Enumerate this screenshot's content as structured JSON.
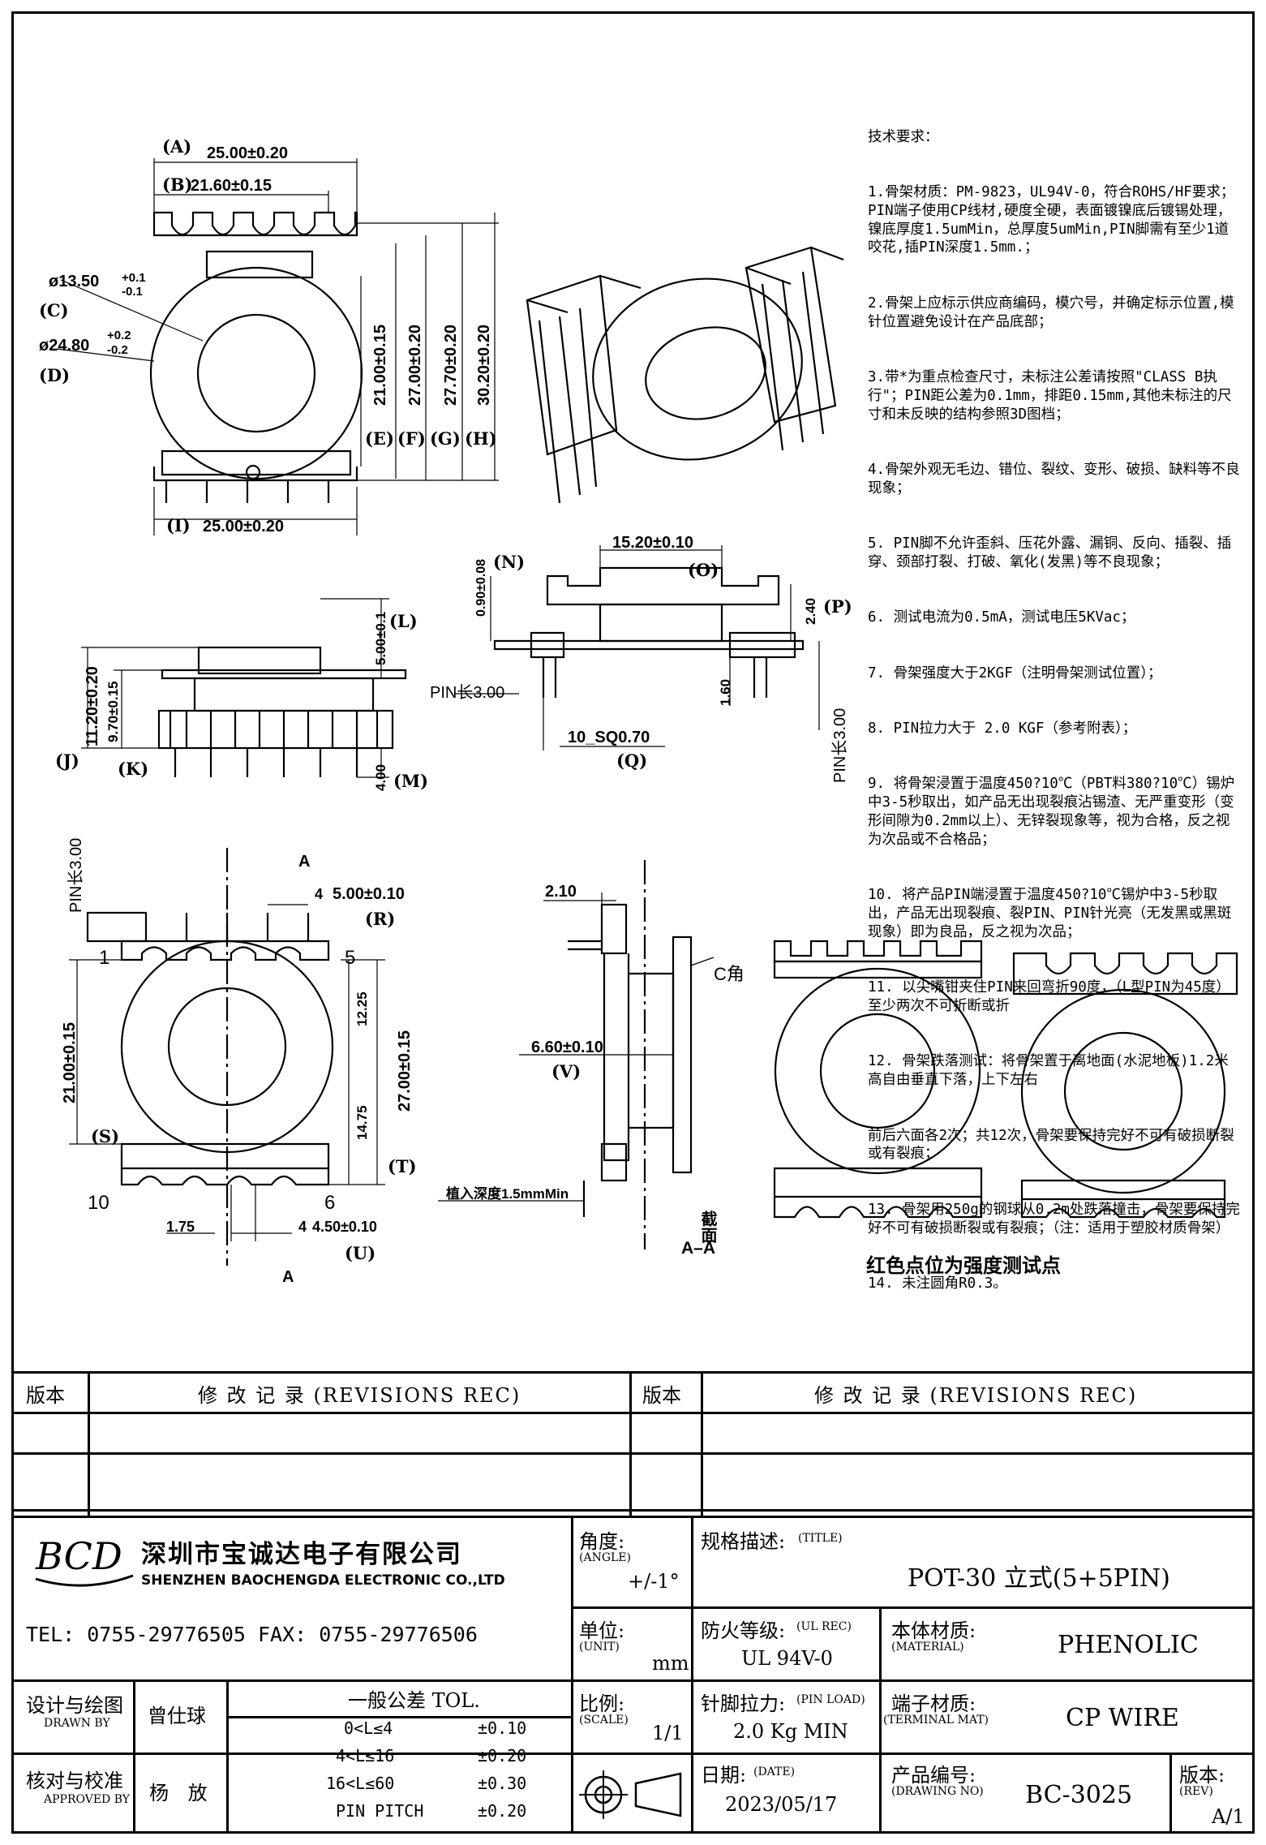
{
  "notes": {
    "heading": "技术要求：",
    "items": [
      "1.骨架材质：PM-9823，UL94V-0，符合ROHS/HF要求；PIN端子使用CP线材,硬度全硬，表面镀镍底后镀锡处理，镍底厚度1.5umMin，总厚度5umMin,PIN脚需有至少1道咬花,插PIN深度1.5mm.；",
      "2.骨架上应标示供应商编码，模穴号，并确定标示位置,模针位置避免设计在产品底部；",
      "3.带*为重点检查尺寸，未标注公差请按照\"CLASS B执行\"；PIN距公差为0.1mm，排距0.15mm,其他未标注的尺寸和未反映的结构参照3D图档；",
      "4.骨架外观无毛边、错位、裂纹、变形、破损、缺料等不良现象；",
      "5. PIN脚不允许歪斜、压花外露、漏铜、反向、插裂、插穿、颈部打裂、打破、氧化(发黑)等不良现象；",
      "6. 测试电流为0.5mA，测试电压5KVac；",
      "7. 骨架强度大于2KGF（注明骨架测试位置）；",
      "8. PIN拉力大于 2.0 KGF（参考附表）；",
      "9. 将骨架浸置于温度450?10℃（PBT料380?10℃）锡炉中3-5秒取出，如产品无出现裂痕沾锡渣、无严重变形（变形间隙为0.2mm以上）、无锌裂现象等，视为合格，反之视为次品或不合格品；",
      "10. 将产品PIN端浸置于温度450?10℃锡炉中3-5秒取出，产品无出现裂痕、裂PIN、PIN针光亮（无发黑或黑斑现象）即为良品，反之视为次品；",
      "11. 以尖嘴钳夹住PIN来回弯折90度，（L型PIN为45度）至少两次不可折断或折",
      "12. 骨架跌落测试：将骨架置于离地面(水泥地板)1.2米高自由垂直下落，上下左右",
      "前后六面各2次；共12次，骨架要保持完好不可有破损断裂或有裂痕；",
      "13. 骨架用250g的钢球从0.2m处跌落撞击，骨架要保持完好不可有破损断裂或有裂痕；（注：适用于塑胶材质骨架）",
      "14. 未注圆角R0.3。"
    ]
  },
  "caption": "红色点位为强度测试点",
  "dims": {
    "A": "(A)",
    "B": "(B)",
    "C": "(C)",
    "D": "(D)",
    "E": "(E)",
    "F": "(F)",
    "G": "(G)",
    "H": "(H)",
    "I": "(I)",
    "J": "(J)",
    "K": "(K)",
    "L": "(L)",
    "M": "(M)",
    "N": "(N)",
    "O": "(O)",
    "P": "(P)",
    "Q": "(Q)",
    "R": "(R)",
    "S": "(S)",
    "T": "(T)",
    "U": "(U)",
    "V": "(V)",
    "a_val": "25.00±0.20",
    "b_val": "21.60±0.15",
    "c_val_main": "ø13.50",
    "c_tol_up": "+0.1",
    "c_tol_dn": "-0.1",
    "d_val_main": "ø24.80",
    "d_tol_up": "+0.2",
    "d_tol_dn": "-0.2",
    "e_val": "21.00±0.15",
    "f_val": "27.00±0.20",
    "g_val": "27.70±0.20",
    "h_val": "30.20±0.20",
    "i_val": "25.00±0.20",
    "j_val": "11.20±0.20",
    "k_val": "9.70±0.15",
    "l_val": "5.00±0.1",
    "m_val": "4.00",
    "n_val": "0.90±0.08",
    "o_val": "15.20±0.10",
    "p_val": "2.40",
    "q_val": "10_SQ0.70",
    "h160": "1.60",
    "pin3_a": "PIN长3.00",
    "pin3_b": "PIN长3.00",
    "pin3_c": "PIN长3.00",
    "r_val": "5.00±0.10",
    "r_num": "4",
    "s_val": "21.00±0.15",
    "t_val": "27.00±0.15",
    "t_upper": "12.25",
    "t_lower": "14.75",
    "u_val": "4.50±0.10",
    "u_num": "4",
    "u_left": "1.75",
    "v_val": "6.60±0.10",
    "w_val": "2.10",
    "sec_a": "A",
    "sec_a2": "A",
    "pin1": "1",
    "pin5": "5",
    "pin10": "10",
    "pin6": "6",
    "c_corner": "C角",
    "insert_depth": "植入深度1.5mmMin",
    "section_label": "截面",
    "section_aa": "A–A"
  },
  "titleblock": {
    "rev_hdr_left": "版本",
    "rev_rec_left": "修 改 记 录 (REVISIONS REC)",
    "rev_hdr_right": "版本",
    "rev_rec_right": "修 改 记 录 (REVISIONS REC)",
    "logo_text": "BCD",
    "company_cn": "深圳市宝诚达电子有限公司",
    "company_en": "SHENZHEN BAOCHENGDA ELECTRONIC CO.,LTD",
    "tel_fax": "TEL: 0755-29776505  FAX: 0755-29776506",
    "angle_label": "角度:",
    "angle_en": "(ANGLE)",
    "angle_val": "+/-1°",
    "title_label": "规格描述:",
    "title_en": "(TITLE)",
    "title_val": "POT-30 立式(5+5PIN)",
    "unit_label": "单位:",
    "unit_en": "(UNIT)",
    "unit_val": "mm",
    "ul_label": "防火等级:",
    "ul_en": "(UL REC)",
    "ul_val": "UL 94V-0",
    "material_label": "本体材质:",
    "material_en": "(MATERIAL)",
    "material_val": "PHENOLIC",
    "drawn_label": "设计与绘图",
    "drawn_en": "DRAWN BY",
    "drawn_name": "曾仕球",
    "tol_label": "一般公差 TOL.",
    "tol_rows": [
      {
        "range": "0<L≤4",
        "val": "±0.10"
      },
      {
        "range": "4<L≤16",
        "val": "±0.20"
      },
      {
        "range": "16<L≤60",
        "val": "±0.30"
      },
      {
        "range": "PIN PITCH",
        "val": "±0.20"
      }
    ],
    "scale_label": "比例:",
    "scale_en": "(SCALE)",
    "scale_val": "1/1",
    "pinload_label": "针脚拉力:",
    "pinload_en": "(PIN LOAD)",
    "pinload_val": "2.0 Kg MIN",
    "terminal_label": "端子材质:",
    "terminal_en": "(TERMINAL MAT)",
    "terminal_val": "CP WIRE",
    "approved_label": "核对与校准",
    "approved_en": "APPROVED BY",
    "approved_name": "杨 放",
    "date_label": "日期:",
    "date_en": "(DATE)",
    "date_val": "2023/05/17",
    "drawing_no_label": "产品编号:",
    "drawing_no_en": "(DRAWING NO)",
    "drawing_no_val": "BC-3025",
    "rev_label": "版本:",
    "rev_en": "(REV)",
    "rev_val": "A/1"
  }
}
